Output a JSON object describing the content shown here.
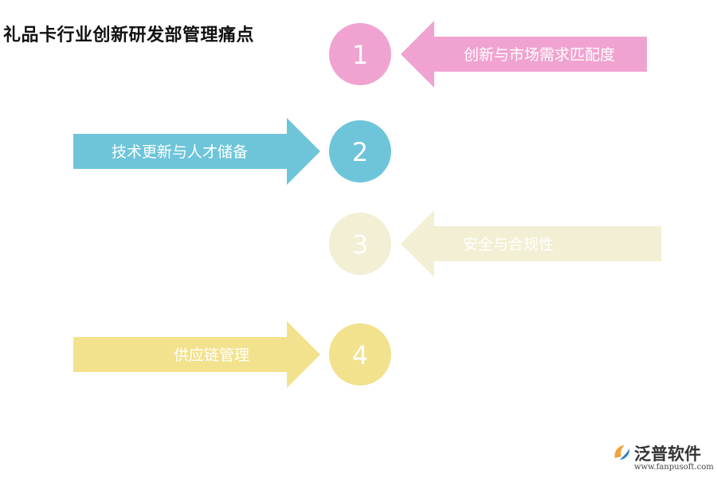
{
  "title": "礼品卡行业创新研发部管理痛点",
  "items": [
    {
      "num": "1",
      "label": "创新与市场需求匹配度",
      "color": "#f0a3d0",
      "text_color": "#ffffff",
      "direction": "left"
    },
    {
      "num": "2",
      "label": "技术更新与人才储备",
      "color": "#6ec5da",
      "text_color": "#ffffff",
      "direction": "right"
    },
    {
      "num": "3",
      "label": "安全与合规性",
      "color": "#f2efd4",
      "text_color": "#ffffff",
      "direction": "left"
    },
    {
      "num": "4",
      "label": "供应链管理",
      "color": "#f2e28d",
      "text_color": "#ffffff",
      "direction": "right"
    }
  ],
  "logo": {
    "name": "泛普软件",
    "url": "www.fanpusoft.com",
    "icon": "fanpu-logo-icon"
  }
}
